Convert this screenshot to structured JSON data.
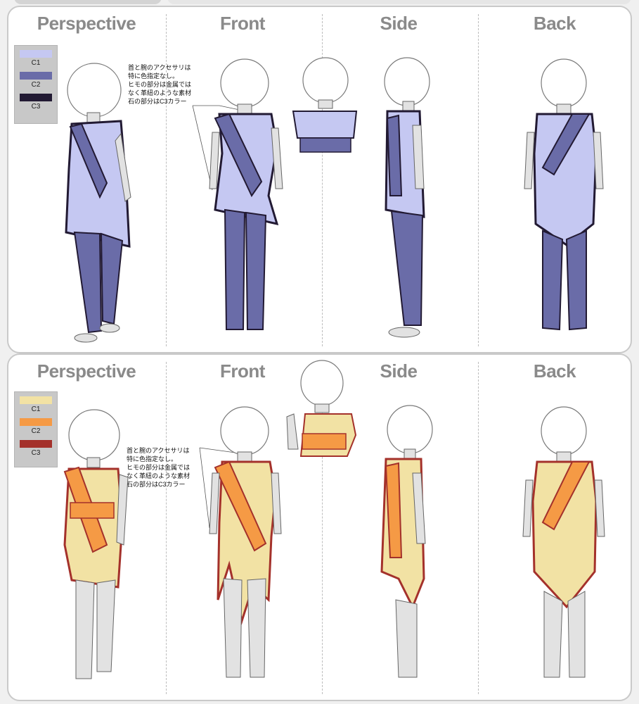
{
  "panels": [
    {
      "id": "top",
      "columns": [
        "Perspective",
        "Front",
        "Side",
        "Back"
      ],
      "palette": [
        {
          "label": "C1",
          "color": "#c5c8f2"
        },
        {
          "label": "C2",
          "color": "#6a6ca8"
        },
        {
          "label": "C3",
          "color": "#221a33"
        }
      ],
      "note": [
        "首と腕のアクセサリは",
        "特に色指定なし。",
        "ヒモの部分は金属では",
        "なく革紐のような素材",
        "石の部分はC3カラー"
      ]
    },
    {
      "id": "bottom",
      "columns": [
        "Perspective",
        "Front",
        "Side",
        "Back"
      ],
      "palette": [
        {
          "label": "C1",
          "color": "#f2e2a4"
        },
        {
          "label": "C2",
          "color": "#f59a45"
        },
        {
          "label": "C3",
          "color": "#a4312b"
        }
      ],
      "note": [
        "首と腕のアクセサリは",
        "特に色指定なし。",
        "ヒモの部分は金属では",
        "なく革紐のような素材",
        "石の部分はC3カラー"
      ]
    }
  ]
}
